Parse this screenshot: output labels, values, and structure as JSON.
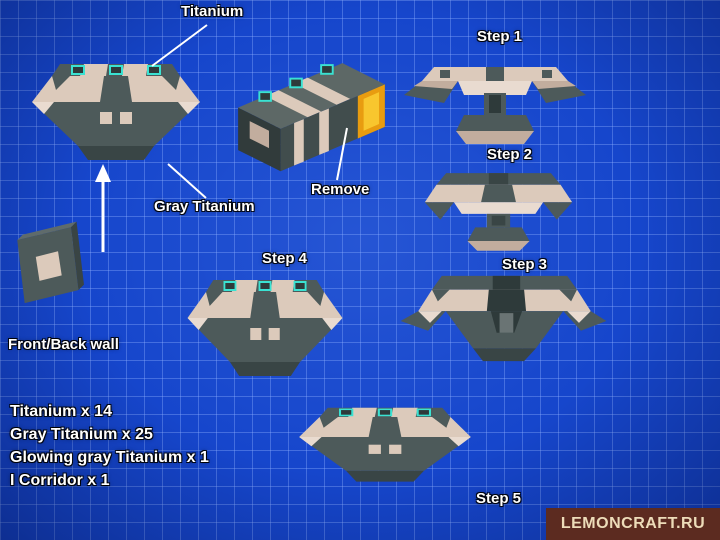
{
  "scene": {
    "labels": {
      "titanium": "Titanium",
      "remove": "Remove",
      "gray_titanium": "Gray Titanium",
      "front_back_wall": "Front/Back wall"
    },
    "steps": [
      {
        "label": "Step 1"
      },
      {
        "label": "Step 2"
      },
      {
        "label": "Step 3"
      },
      {
        "label": "Step 4"
      },
      {
        "label": "Step 5"
      }
    ],
    "materials": [
      "Titanium x 14",
      "Gray Titanium x 25",
      "Glowing gray Titanium x 1",
      "I Corridor x 1"
    ],
    "watermark": "LEMONCRAFT.RU",
    "colors": {
      "background": "#1646cc",
      "grid_line": "#8cafff",
      "block_dark_gray": "#4d5a5a",
      "block_shadow_gray": "#394545",
      "block_beige": "#dccabb",
      "accent_teal": "#3ae2d2",
      "remove_orange": "#e89c10",
      "remove_yellow": "#f8c62e",
      "watermark_bg": "#5c2b20",
      "watermark_text": "#eddcb9"
    }
  }
}
